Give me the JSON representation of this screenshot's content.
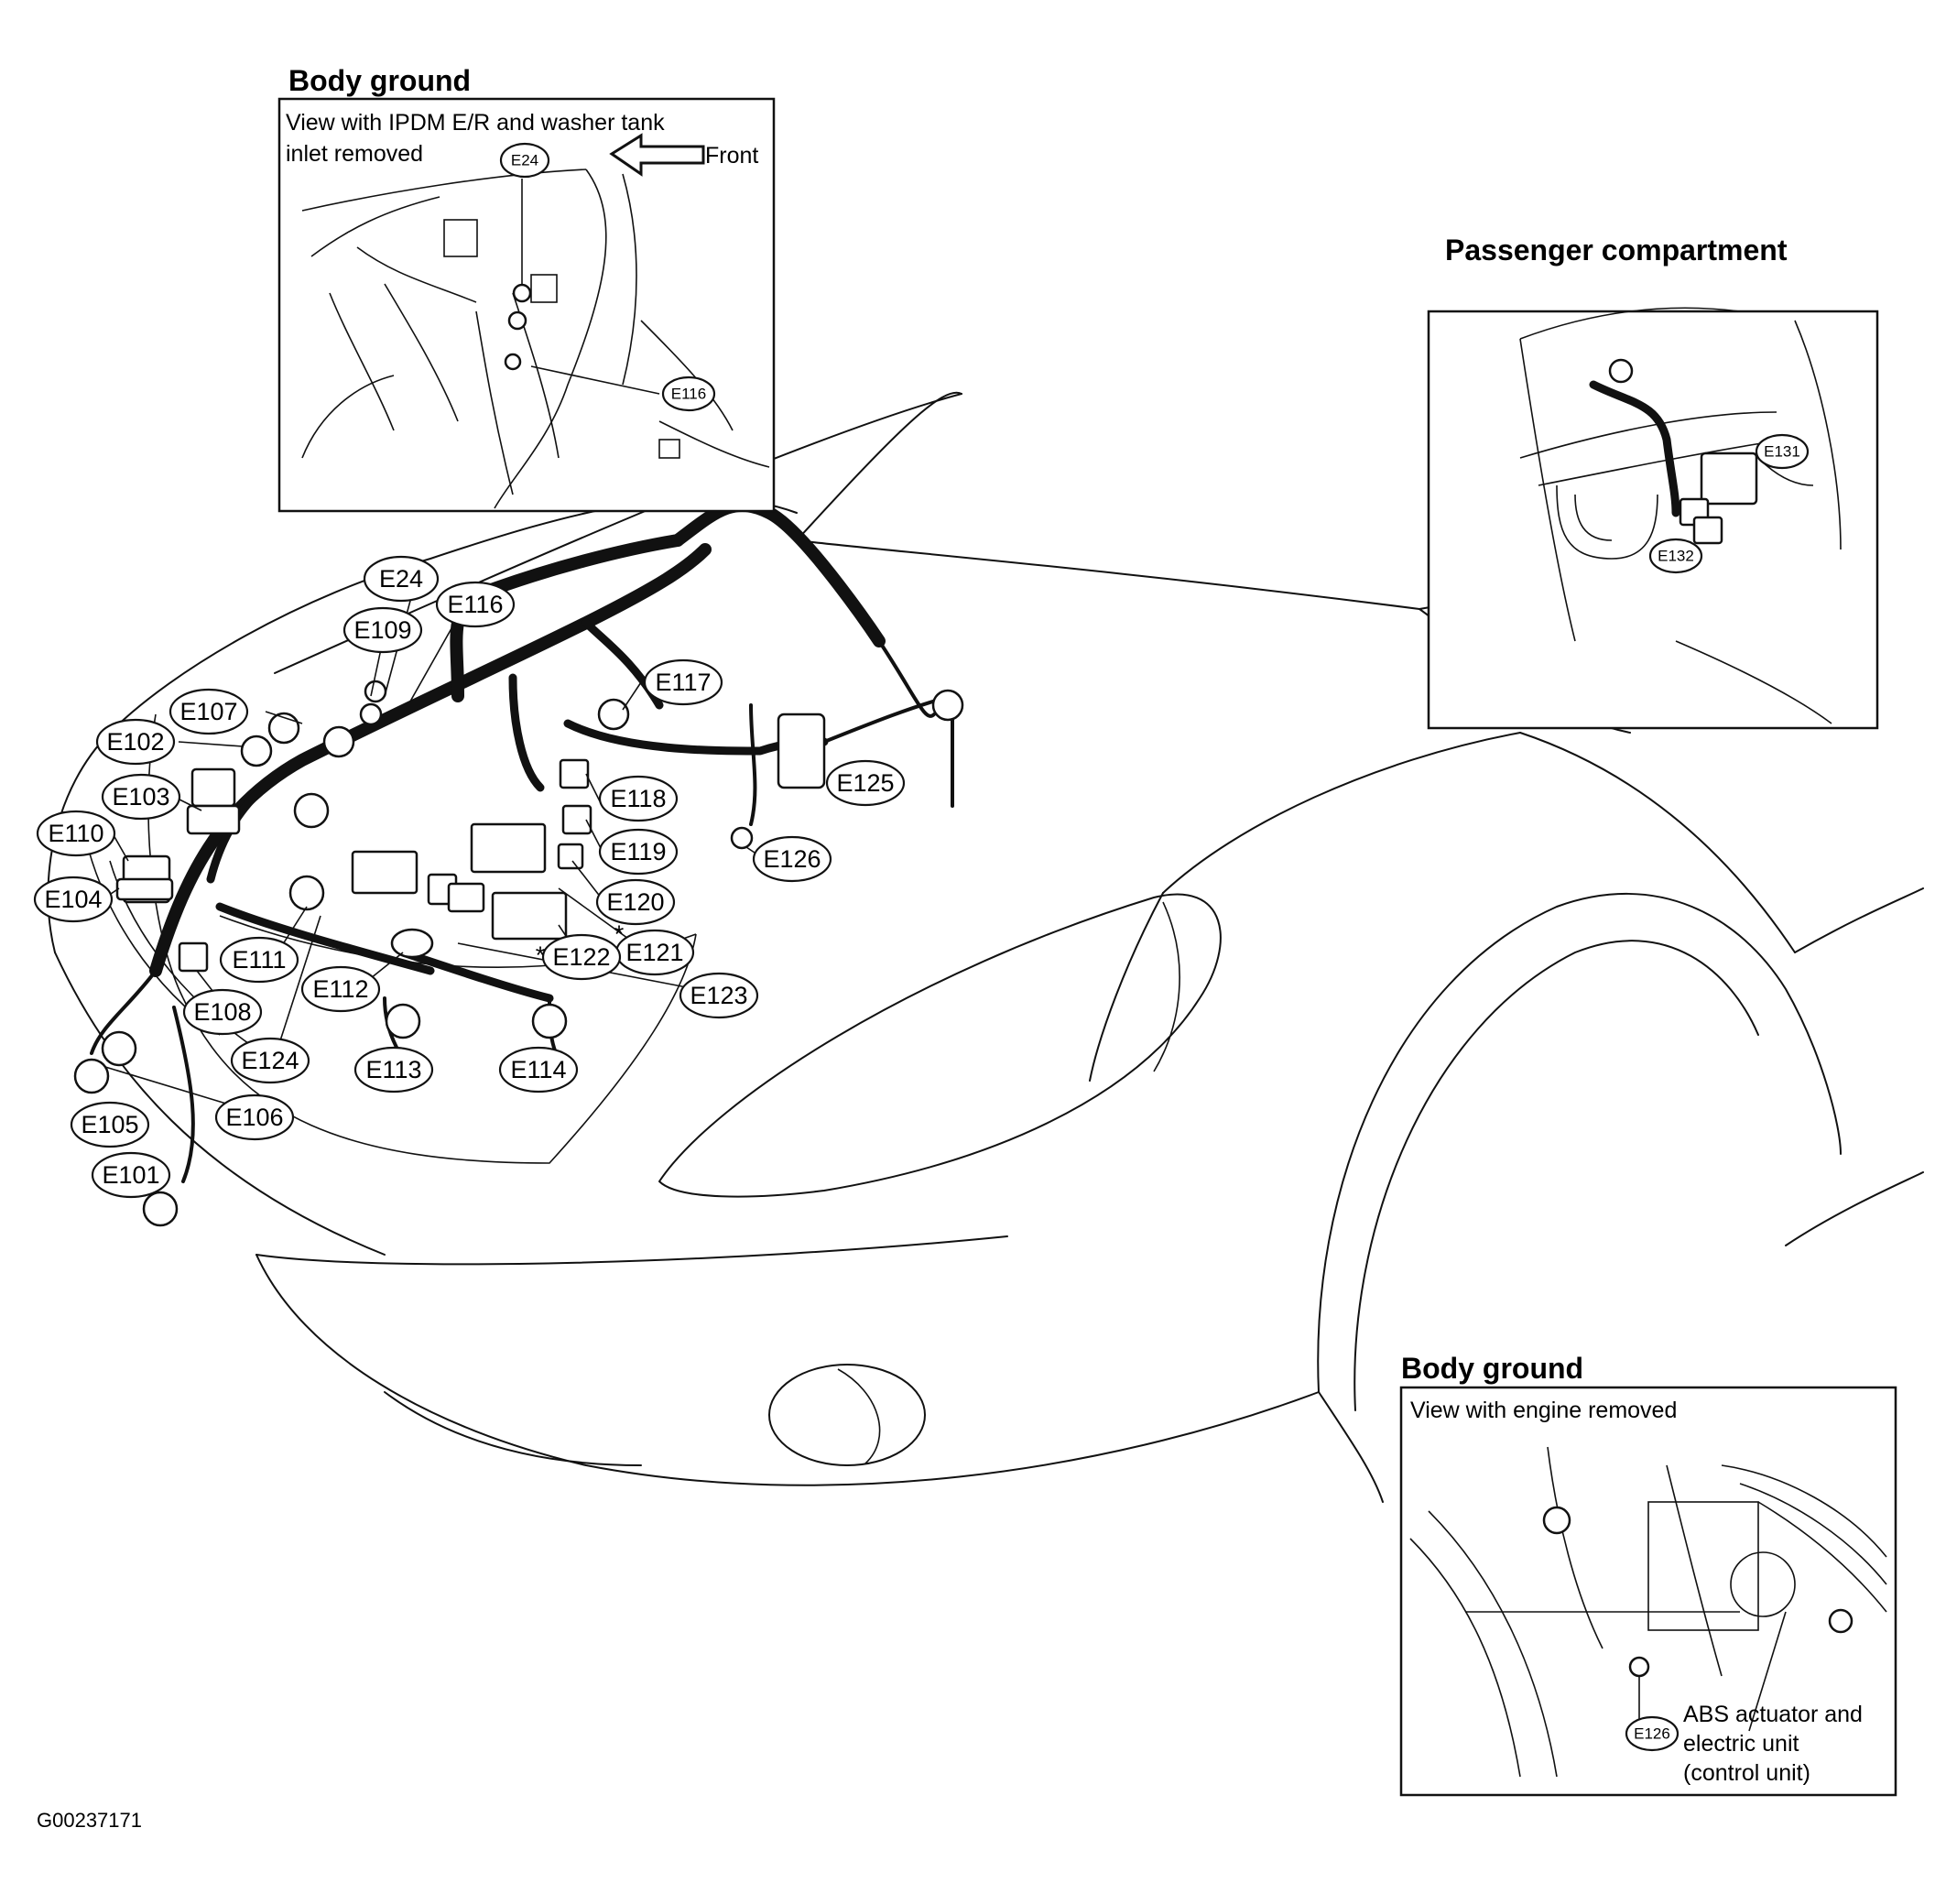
{
  "insets": {
    "top_left": {
      "heading": "Body ground",
      "caption_line1": "View with IPDM E/R and washer tank",
      "caption_line2": "inlet removed",
      "arrow_label": "Front",
      "callouts": [
        "E24",
        "E116"
      ]
    },
    "top_right": {
      "heading": "Passenger compartment",
      "callouts": [
        "E131",
        "E132"
      ]
    },
    "bottom_right": {
      "heading": "Body ground",
      "caption": "View with engine removed",
      "callout": "E126",
      "note_line1": "ABS actuator and",
      "note_line2": "electric unit",
      "note_line3": "(control unit)"
    }
  },
  "main_callouts": {
    "E24": "E24",
    "E116": "E116",
    "E109": "E109",
    "E107": "E107",
    "E102": "E102",
    "E103": "E103",
    "E110": "E110",
    "E104": "E104",
    "E117": "E117",
    "E118": "E118",
    "E119": "E119",
    "E120": "E120",
    "E121": "E121",
    "E122": "E122",
    "E123": "E123",
    "E125": "E125",
    "E126": "E126",
    "E111": "E111",
    "E108": "E108",
    "E112": "E112",
    "E124": "E124",
    "E113": "E113",
    "E114": "E114",
    "E105": "E105",
    "E106": "E106",
    "E101": "E101"
  },
  "asterisk_1": "*",
  "asterisk_2": "*",
  "figure_id": "G00237171"
}
